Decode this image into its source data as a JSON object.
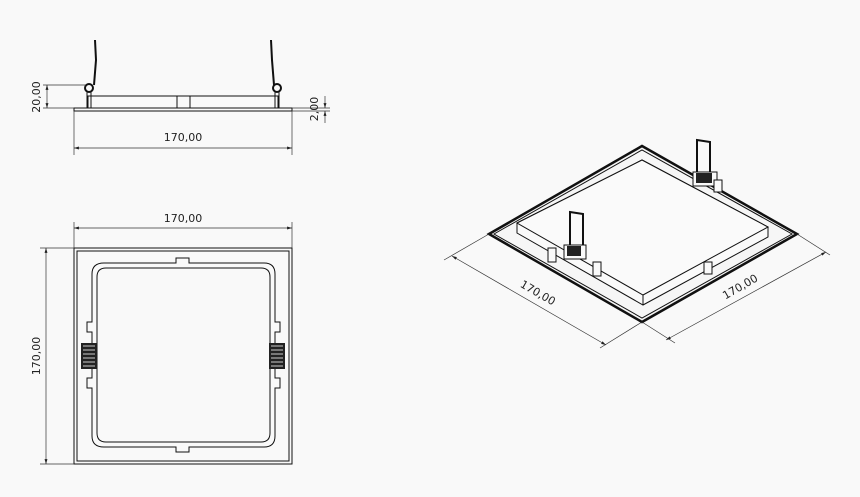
{
  "front_view": {
    "width_dim": "170,00",
    "height_dim": "20,00",
    "plate_dim": "2,00"
  },
  "top_view": {
    "width_dim": "170,00",
    "height_dim": "170,00"
  },
  "iso_view": {
    "left_dim": "170,00",
    "right_dim": "170,00"
  }
}
